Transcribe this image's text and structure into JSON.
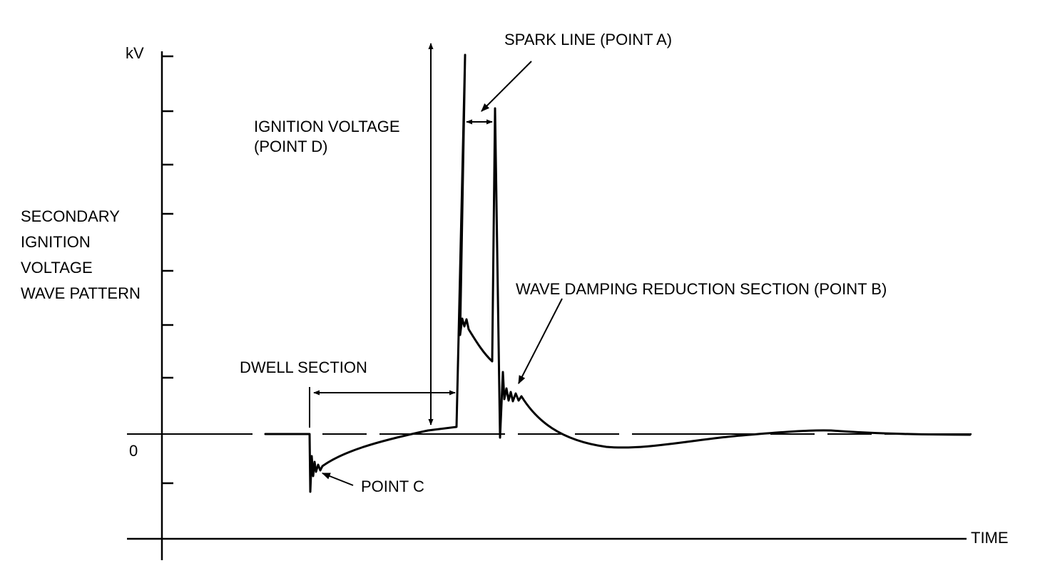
{
  "axes": {
    "y_unit": "kV",
    "zero_label": "0",
    "x_label": "TIME",
    "y_title": [
      "SECONDARY",
      "IGNITION",
      "VOLTAGE",
      "WAVE PATTERN"
    ]
  },
  "annotations": {
    "spark_line": "SPARK LINE (POINT A)",
    "ignition_voltage_line1": "IGNITION VOLTAGE",
    "ignition_voltage_line2": "(POINT D)",
    "wave_damping": "WAVE DAMPING REDUCTION SECTION (POINT B)",
    "dwell_section": "DWELL SECTION",
    "point_c": "POINT C"
  },
  "colors": {
    "ink": "#000000",
    "background": "#ffffff"
  }
}
